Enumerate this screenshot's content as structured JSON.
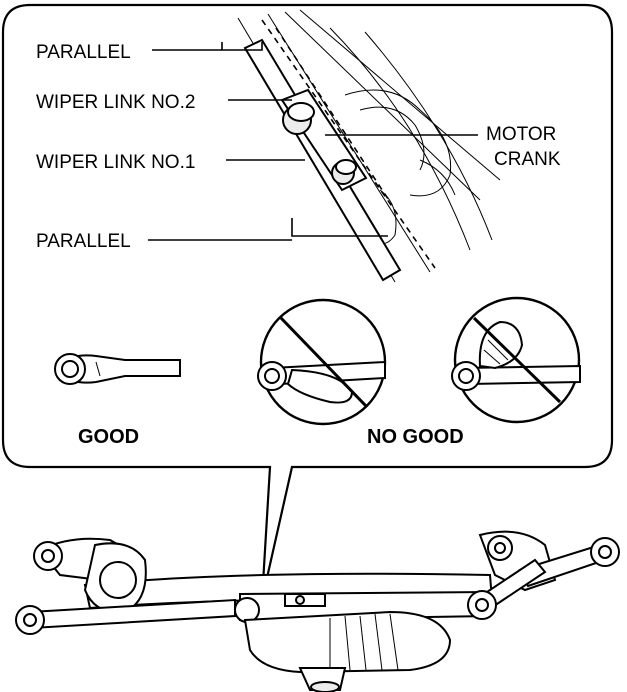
{
  "callouts": {
    "parallel_top": "PARALLEL",
    "wiper_link_2": "WIPER LINK NO.2",
    "wiper_link_1": "WIPER LINK NO.1",
    "parallel_bottom": "PARALLEL",
    "motor": "MOTOR",
    "crank": "CRANK"
  },
  "examples": {
    "good": "GOOD",
    "no_good": "NO GOOD"
  }
}
